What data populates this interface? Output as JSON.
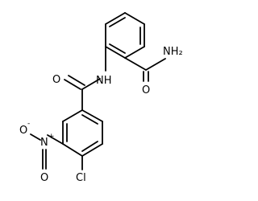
{
  "molecule": {
    "amide_group_label": "NH₂",
    "amide_oxygen_label": "O",
    "bridge_nh_label": "NH",
    "carbonyl_oxygen_label": "O",
    "nitro_oxygen_label": "O",
    "nitro_oxygen_charge": "-",
    "nitro_nitrogen_label": "N",
    "nitro_nitrogen_charge": "+",
    "nitro_double_oxygen_label": "O",
    "chlorine_label": "Cl"
  },
  "colors": {
    "bond": "#000000",
    "background": "#ffffff"
  }
}
